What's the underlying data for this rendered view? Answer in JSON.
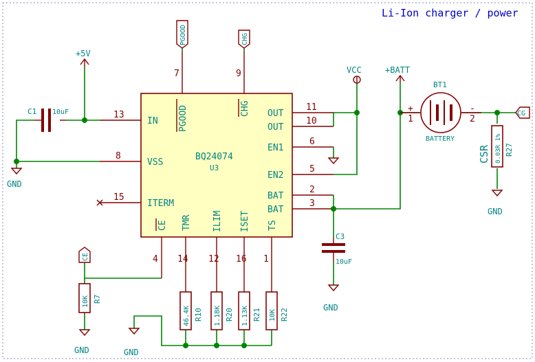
{
  "title": "Li-Ion charger / power",
  "ic": {
    "name": "BQ24074",
    "ref": "U3",
    "pins": {
      "in": {
        "num": "13",
        "name": "IN"
      },
      "vss": {
        "num": "8",
        "name": "VSS"
      },
      "iterm": {
        "num": "15",
        "name": "ITERM"
      },
      "pgood": {
        "num": "7",
        "name": "PGOOD"
      },
      "chg": {
        "num": "9",
        "name": "CHG"
      },
      "out1": {
        "num": "11",
        "name": "OUT"
      },
      "out2": {
        "num": "10",
        "name": "OUT"
      },
      "en1": {
        "num": "6",
        "name": "EN1"
      },
      "en2": {
        "num": "5",
        "name": "EN2"
      },
      "bat1": {
        "num": "2",
        "name": "BAT"
      },
      "bat2": {
        "num": "3",
        "name": "BAT"
      },
      "ce": {
        "num": "4",
        "name": "CE"
      },
      "tmr": {
        "num": "14",
        "name": "TMR"
      },
      "ilim": {
        "num": "12",
        "name": "ILIM"
      },
      "iset": {
        "num": "16",
        "name": "ISET"
      },
      "ts": {
        "num": "1",
        "name": "TS"
      }
    }
  },
  "nets": {
    "plus5v": "+5V",
    "vcc": "VCC",
    "batt": "+BATT",
    "gnd": "GND",
    "pgood_label": "PGOOD",
    "chg_label": "CHG",
    "ce_label": "CE",
    "cg_label": "CG"
  },
  "components": {
    "c1": {
      "ref": "C1",
      "value": "10uF"
    },
    "c3": {
      "ref": "C3",
      "value": "10uF"
    },
    "r7": {
      "ref": "R7",
      "value": "10K"
    },
    "r10": {
      "ref": "R10",
      "value": "46.4K"
    },
    "r20": {
      "ref": "R20",
      "value": "1.18K"
    },
    "r21": {
      "ref": "R21",
      "value": "1.13K"
    },
    "r22": {
      "ref": "R22",
      "value": "10K"
    },
    "r27": {
      "ref": "R27",
      "value": "0.03R 1%"
    },
    "bt1": {
      "ref": "BT1",
      "value": "BATTERY",
      "pin1": "1",
      "pin2": "2",
      "plus": "+",
      "minus": "-"
    }
  },
  "csr_label": "CSR",
  "colors": {
    "wire": "#008400",
    "component": "#840000",
    "text": "#008484",
    "title": "#0000c8",
    "body_fill": "#ffffc2"
  }
}
